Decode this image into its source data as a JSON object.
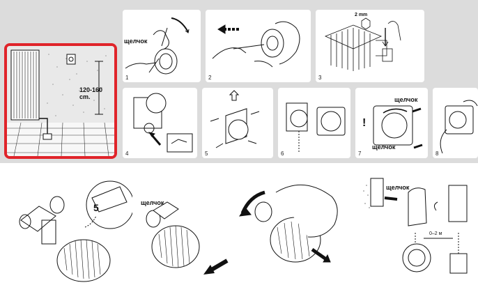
{
  "hero": {
    "height_label": "120-160 cm."
  },
  "panels": [
    {
      "number": "1",
      "click_label": "щелчок"
    },
    {
      "number": "2"
    },
    {
      "number": "3",
      "step_label": "2 mm"
    },
    {
      "number": "4"
    },
    {
      "number": "5"
    },
    {
      "number": "6"
    },
    {
      "number": "7",
      "click_label_top": "щелчок",
      "click_label_bottom": "щелчок",
      "warning_mark": "!"
    },
    {
      "number": "8"
    }
  ],
  "bottom": {
    "scale_digits": "5",
    "click_label_mid": "щелчок",
    "click_label_right": "щелчок",
    "distance_label": "0–2 м"
  },
  "colors": {
    "frame_red": "#e0242a",
    "background_gray": "#dcdcdc",
    "line": "#111111"
  }
}
